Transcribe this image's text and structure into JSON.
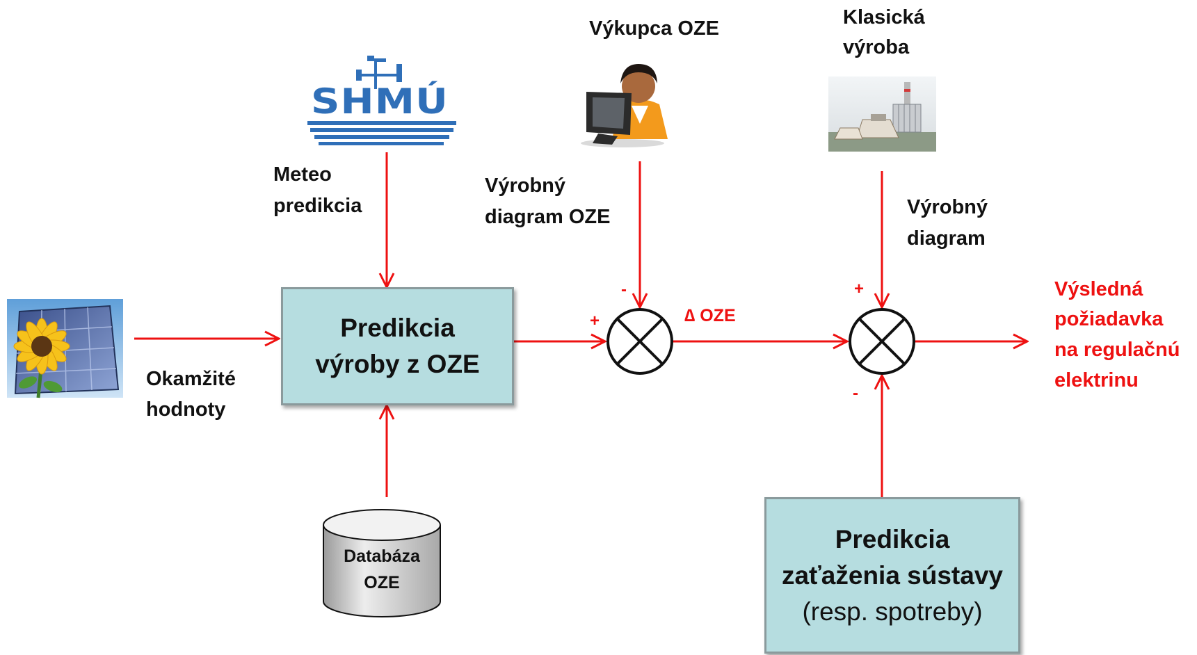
{
  "colors": {
    "arrow": "#ee1111",
    "box_fill": "#b6dde0",
    "box_border": "#8a9a9c",
    "shmu_blue": "#2f6fb8",
    "output_text": "#ee1111"
  },
  "images": {
    "solar": "solar-panel-with-sunflower",
    "shmu": "shmu-logo",
    "buyer": "person-at-computer",
    "plant": "power-plant"
  },
  "sources": {
    "shmu_logo_text": "SHMÚ",
    "buyer_title": "Výkupca OZE",
    "classic_line1": "Klasická",
    "classic_line2": "výroba"
  },
  "labels": {
    "meteo_line1": "Meteo",
    "meteo_line2": "predikcia",
    "diag_oze_line1": "Výrobný",
    "diag_oze_line2": "diagram OZE",
    "diag_line1": "Výrobný",
    "diag_line2": "diagram",
    "instant_line1": "Okamžité",
    "instant_line2": "hodnoty",
    "delta_oze": "∆ OZE",
    "output_line1": "Výsledná",
    "output_line2": "požiadavka",
    "output_line3": "na regulačnú",
    "output_line4": "elektrinu"
  },
  "boxes": {
    "prediction_oze_line1": "Predikcia",
    "prediction_oze_line2": "výroby z OZE",
    "prediction_load_line1": "Predikcia",
    "prediction_load_line2": "zaťaženia sústavy",
    "prediction_load_line3": "(resp. spotreby)"
  },
  "database": {
    "line1": "Databáza",
    "line2": "OZE"
  },
  "signs": {
    "sum1_top": "-",
    "sum1_left": "+",
    "sum2_top": "+",
    "sum2_bottom": "-"
  }
}
